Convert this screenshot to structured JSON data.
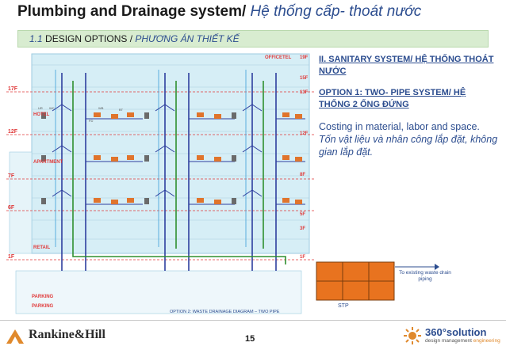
{
  "header": {
    "title_en": "Plumbing and Drainage system/",
    "title_vi": " Hệ thống cấp- thoát nước"
  },
  "subheader": {
    "number": "1.1",
    "label_en": "DESIGN OPTIONS /",
    "label_vi": " PHƯƠNG ÁN THIẾT KẾ"
  },
  "diagram": {
    "floor_labels": [
      "17F",
      "12F",
      "7F",
      "6F",
      "1F"
    ],
    "right_floor_labels": [
      "19F",
      "15F",
      "13F",
      "12F",
      "8F",
      "5F",
      "3F",
      "1F"
    ],
    "zone_labels": {
      "officetel": "OFFICETEL",
      "hotel": "HOTEL",
      "apartment": "APARTMENT",
      "retail": "RETAIL",
      "parking1": "PARKING",
      "parking2": "PARKING"
    },
    "room_labels": {
      "ur": "UR",
      "wc": "WC",
      "wb": "WB",
      "bt": "BT",
      "fd": "FD"
    },
    "caption": "OPTION 2: WASTE DRAINAGE DIAGRAM – TWO PIPE",
    "stp_label": "STP",
    "to_existing": "To existing waste drain piping",
    "colors": {
      "waste_pipe": "#2e3f9e",
      "soil_pipe": "#2f8f2f",
      "vent_pipe": "#3a9fd8",
      "fixture": "#e0742c",
      "floor_line": "#e03a3a",
      "building_fill": "#d6eef6"
    }
  },
  "notes": {
    "heading_1": "II. SANITARY SYSTEM/ HỆ THỐNG THOÁT NƯỚC",
    "heading_2": "OPTION 1: TWO- PIPE SYSTEM/ HỆ THỐNG 2 ỐNG ĐỨNG",
    "body_en": "Costing in material, labor and space.",
    "body_vi": " Tốn vật liệu và nhân công lắp đặt, không gian lắp đặt."
  },
  "footer": {
    "page_number": "15",
    "logo_left": "Rankine&Hill",
    "logo_right_brand": "360°solution",
    "logo_right_tag_1": "design management ",
    "logo_right_tag_2": "engineering"
  }
}
